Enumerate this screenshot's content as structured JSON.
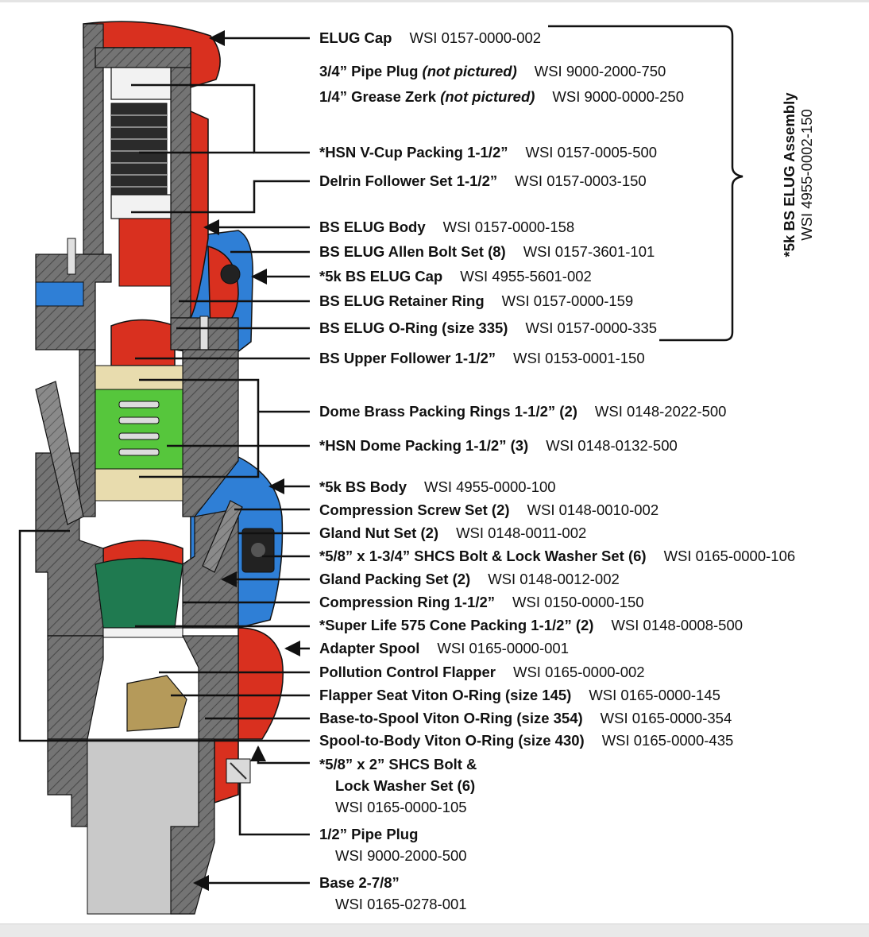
{
  "assembly": {
    "name": "*5k BS ELUG Assembly",
    "part_number": "WSI 4955-0002-150"
  },
  "callouts": [
    {
      "name": "ELUG Cap",
      "part": "WSI 0157-0000-002"
    },
    {
      "name": "3/4” Pipe Plug",
      "note": "(not pictured)",
      "part": "WSI 9000-2000-750"
    },
    {
      "name": "1/4” Grease Zerk",
      "note": "(not pictured)",
      "part": "WSI 9000-0000-250"
    },
    {
      "name": "*HSN V-Cup Packing 1-1/2”",
      "part": "WSI 0157-0005-500"
    },
    {
      "name": "Delrin Follower Set 1-1/2”",
      "part": "WSI 0157-0003-150"
    },
    {
      "name": "BS ELUG Body",
      "part": "WSI 0157-0000-158"
    },
    {
      "name": "BS ELUG Allen Bolt Set (8)",
      "part": "WSI 0157-3601-101"
    },
    {
      "name": "*5k BS ELUG Cap",
      "part": "WSI 4955-5601-002"
    },
    {
      "name": "BS ELUG Retainer Ring",
      "part": "WSI 0157-0000-159"
    },
    {
      "name": "BS ELUG O-Ring (size 335)",
      "part": "WSI 0157-0000-335"
    },
    {
      "name": "BS Upper Follower 1-1/2”",
      "part": "WSI 0153-0001-150"
    },
    {
      "name": "Dome Brass Packing Rings 1-1/2” (2)",
      "part": "WSI 0148-2022-500"
    },
    {
      "name": "*HSN Dome Packing 1-1/2” (3)",
      "part": "WSI 0148-0132-500"
    },
    {
      "name": "*5k BS Body",
      "part": "WSI 4955-0000-100"
    },
    {
      "name": "Compression Screw Set (2)",
      "part": "WSI 0148-0010-002"
    },
    {
      "name": "Gland Nut Set (2)",
      "part": "WSI 0148-0011-002"
    },
    {
      "name": "*5/8” x 1-3/4” SHCS Bolt & Lock Washer Set (6)",
      "part": "WSI 0165-0000-106"
    },
    {
      "name": "Gland Packing Set (2)",
      "part": "WSI 0148-0012-002"
    },
    {
      "name": "Compression Ring 1-1/2”",
      "part": "WSI 0150-0000-150"
    },
    {
      "name": "*Super Life 575 Cone Packing 1-1/2” (2)",
      "part": "WSI 0148-0008-500"
    },
    {
      "name": "Adapter Spool",
      "part": "WSI 0165-0000-001"
    },
    {
      "name": "Pollution Control Flapper",
      "part": "WSI 0165-0000-002"
    },
    {
      "name": "Flapper Seat Viton O-Ring (size 145)",
      "part": "WSI 0165-0000-145"
    },
    {
      "name": "Base-to-Spool Viton O-Ring (size 354)",
      "part": "WSI 0165-0000-354"
    },
    {
      "name": "Spool-to-Body Viton O-Ring (size 430)",
      "part": "WSI 0165-0000-435"
    },
    {
      "name": "*5/8” x 2” SHCS Bolt &",
      "line2": "Lock Washer Set (6)",
      "part": "WSI 0165-0000-105"
    },
    {
      "name": "1/2” Pipe Plug",
      "part": "WSI 9000-2000-500"
    },
    {
      "name": "Base 2-7/8”",
      "part": "WSI 0165-0278-001"
    }
  ],
  "colors": {
    "red": "#d9301f",
    "blue": "#2f7fd6",
    "green": "#56c63c",
    "dark_green": "#1f7a50",
    "brass": "#e8dcae",
    "gray": "#6f6f6f",
    "light_gray": "#cfcfcf",
    "black": "#111111"
  }
}
